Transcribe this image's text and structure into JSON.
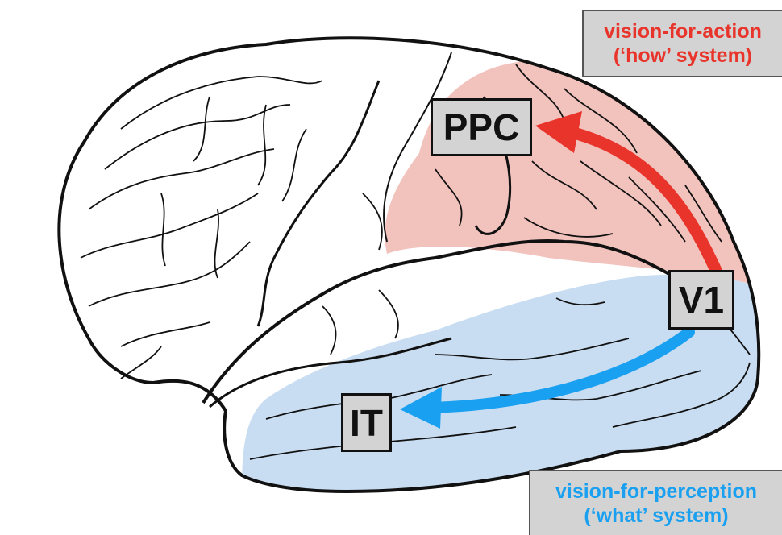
{
  "regions": {
    "ppc": "PPC",
    "v1": "V1",
    "it": "IT"
  },
  "streams": {
    "action": {
      "title": "vision-for-action",
      "subtitle": "(‘how’ system)",
      "color": "#e8342a",
      "region_color": "#f2c2bd"
    },
    "perception": {
      "title": "vision-for-perception",
      "subtitle": "(‘what’ system)",
      "color": "#1aa0f0",
      "region_color": "#c9ddf2"
    }
  },
  "outline_color": "#111111",
  "label_box_color": "#d3d3d3"
}
